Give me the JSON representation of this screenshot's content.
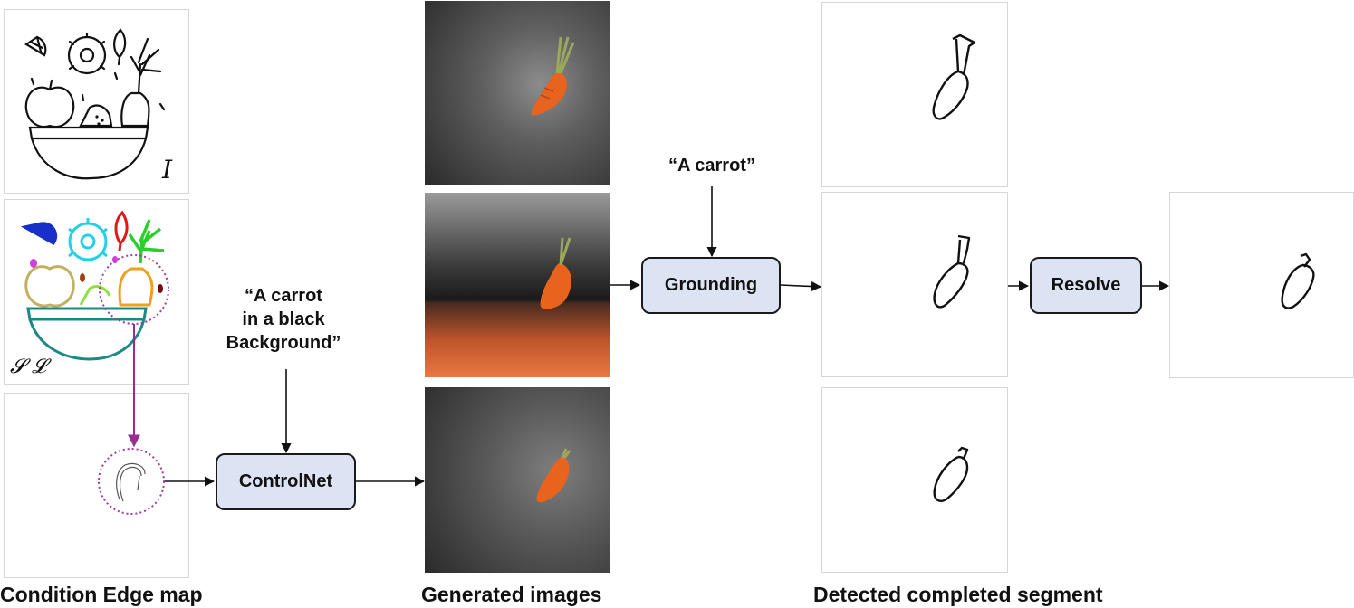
{
  "labels": {
    "image_symbol": "I",
    "seg_symbol": "𝓢 𝓛"
  },
  "nodes": {
    "controlnet": "ControlNet",
    "grounding": "Grounding",
    "resolve": "Resolve"
  },
  "prompts": {
    "controlnet_line1": "“A carrot",
    "controlnet_line2": "in a black",
    "controlnet_line3": "Background”",
    "grounding": "“A carrot”"
  },
  "captions": {
    "edge_map": "Condition Edge map",
    "generated": "Generated images",
    "detected": "Detected completed segment"
  },
  "colors": {
    "node_fill": "#dce3f2",
    "link_arrow": "#9b2b8f",
    "edge_dotted": "#a23ca0",
    "carrot": "#e8641e"
  }
}
